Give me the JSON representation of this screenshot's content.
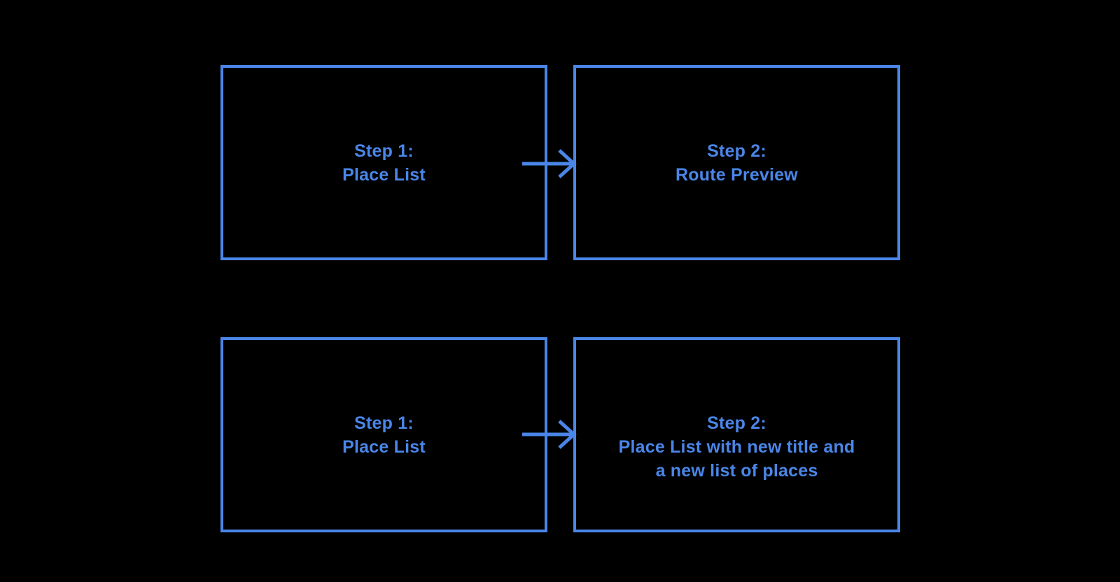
{
  "colors": {
    "accent": "#4a86e8",
    "background": "#000000"
  },
  "icons": {
    "arrow": "arrow-right"
  },
  "diagram": {
    "flows": [
      {
        "source_lines": [
          "Step 1:",
          "Place List"
        ],
        "target_lines": [
          "Step 2:",
          "Route Preview"
        ]
      },
      {
        "source_lines": [
          "Step 1:",
          "Place List"
        ],
        "target_lines": [
          "Step 2:",
          "Place List with new title and",
          "a new list of places"
        ]
      }
    ]
  }
}
